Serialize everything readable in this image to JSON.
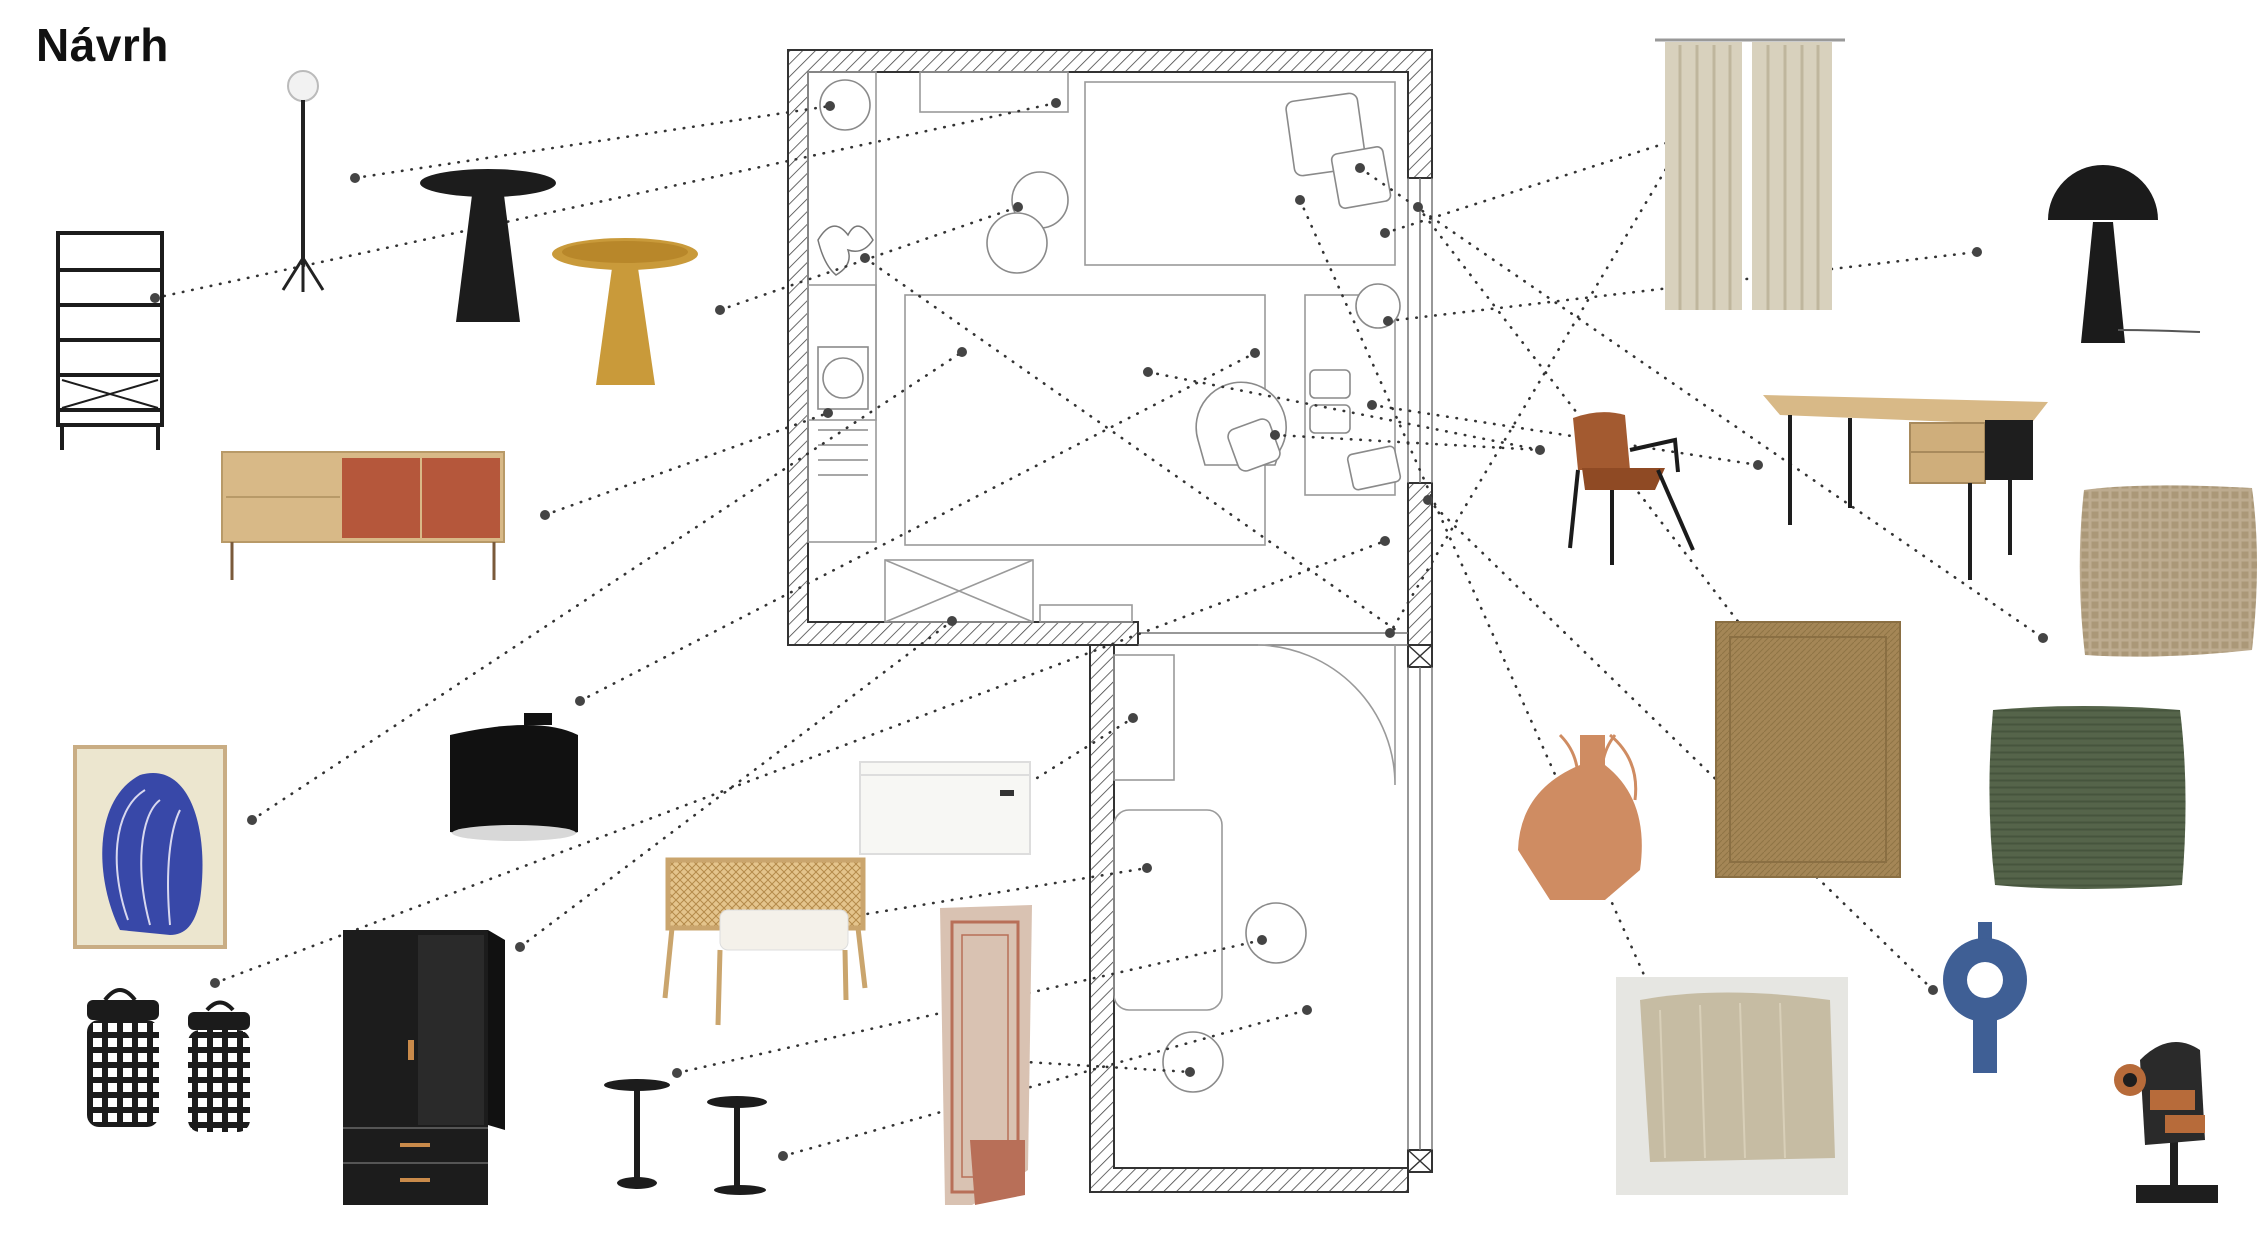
{
  "title": "Návrh",
  "colors": {
    "wall_hatch": "#444444",
    "plan_line": "#9a9a9a",
    "connector": "#333333",
    "black_furniture": "#1c1c1c",
    "oak": "#d8b987",
    "terracotta": "#b5573b",
    "mustard": "#c99a3a",
    "jute": "#a48656",
    "linen": "#d8d1bd",
    "olive": "#55644a",
    "navy": "#3f5f95",
    "art_blue": "#3848a8",
    "vase": "#cf8c62"
  },
  "items": [
    {
      "id": "bookshelf",
      "icon": "black-metal-bookshelf-icon"
    },
    {
      "id": "floor_lamp",
      "icon": "globe-floor-lamp-icon"
    },
    {
      "id": "side_table_black",
      "icon": "black-pedestal-side-table-icon"
    },
    {
      "id": "side_table_gold",
      "icon": "mustard-pedestal-side-table-icon"
    },
    {
      "id": "sideboard",
      "icon": "oak-terracotta-sideboard-icon"
    },
    {
      "id": "wall_art",
      "icon": "blue-line-art-print-icon"
    },
    {
      "id": "pendant_lamp",
      "icon": "black-drum-pendant-icon"
    },
    {
      "id": "lanterns",
      "icon": "black-lanterns-icon"
    },
    {
      "id": "wardrobe",
      "icon": "black-wardrobe-icon"
    },
    {
      "id": "storage_box",
      "icon": "white-storage-chest-icon"
    },
    {
      "id": "rattan_bench",
      "icon": "rattan-bench-icon"
    },
    {
      "id": "runner_rug",
      "icon": "terracotta-runner-rug-icon"
    },
    {
      "id": "bistro_tables",
      "icon": "black-bistro-tables-icon"
    },
    {
      "id": "curtains",
      "icon": "linen-curtains-icon"
    },
    {
      "id": "mushroom_lamp",
      "icon": "black-mushroom-table-lamp-icon"
    },
    {
      "id": "leather_chair",
      "icon": "leather-dining-chair-icon"
    },
    {
      "id": "desk",
      "icon": "oak-desk-icon"
    },
    {
      "id": "cushion_beige",
      "icon": "beige-waffle-cushion-icon"
    },
    {
      "id": "jute_rug",
      "icon": "jute-rug-icon"
    },
    {
      "id": "cushion_green",
      "icon": "green-corduroy-cushion-icon"
    },
    {
      "id": "terracotta_vase",
      "icon": "terracotta-amphora-vase-icon"
    },
    {
      "id": "throw",
      "icon": "linen-throw-blanket-icon"
    },
    {
      "id": "ring_vase",
      "icon": "blue-ring-vase-icon"
    },
    {
      "id": "sculpture",
      "icon": "wooden-face-sculpture-icon"
    }
  ]
}
